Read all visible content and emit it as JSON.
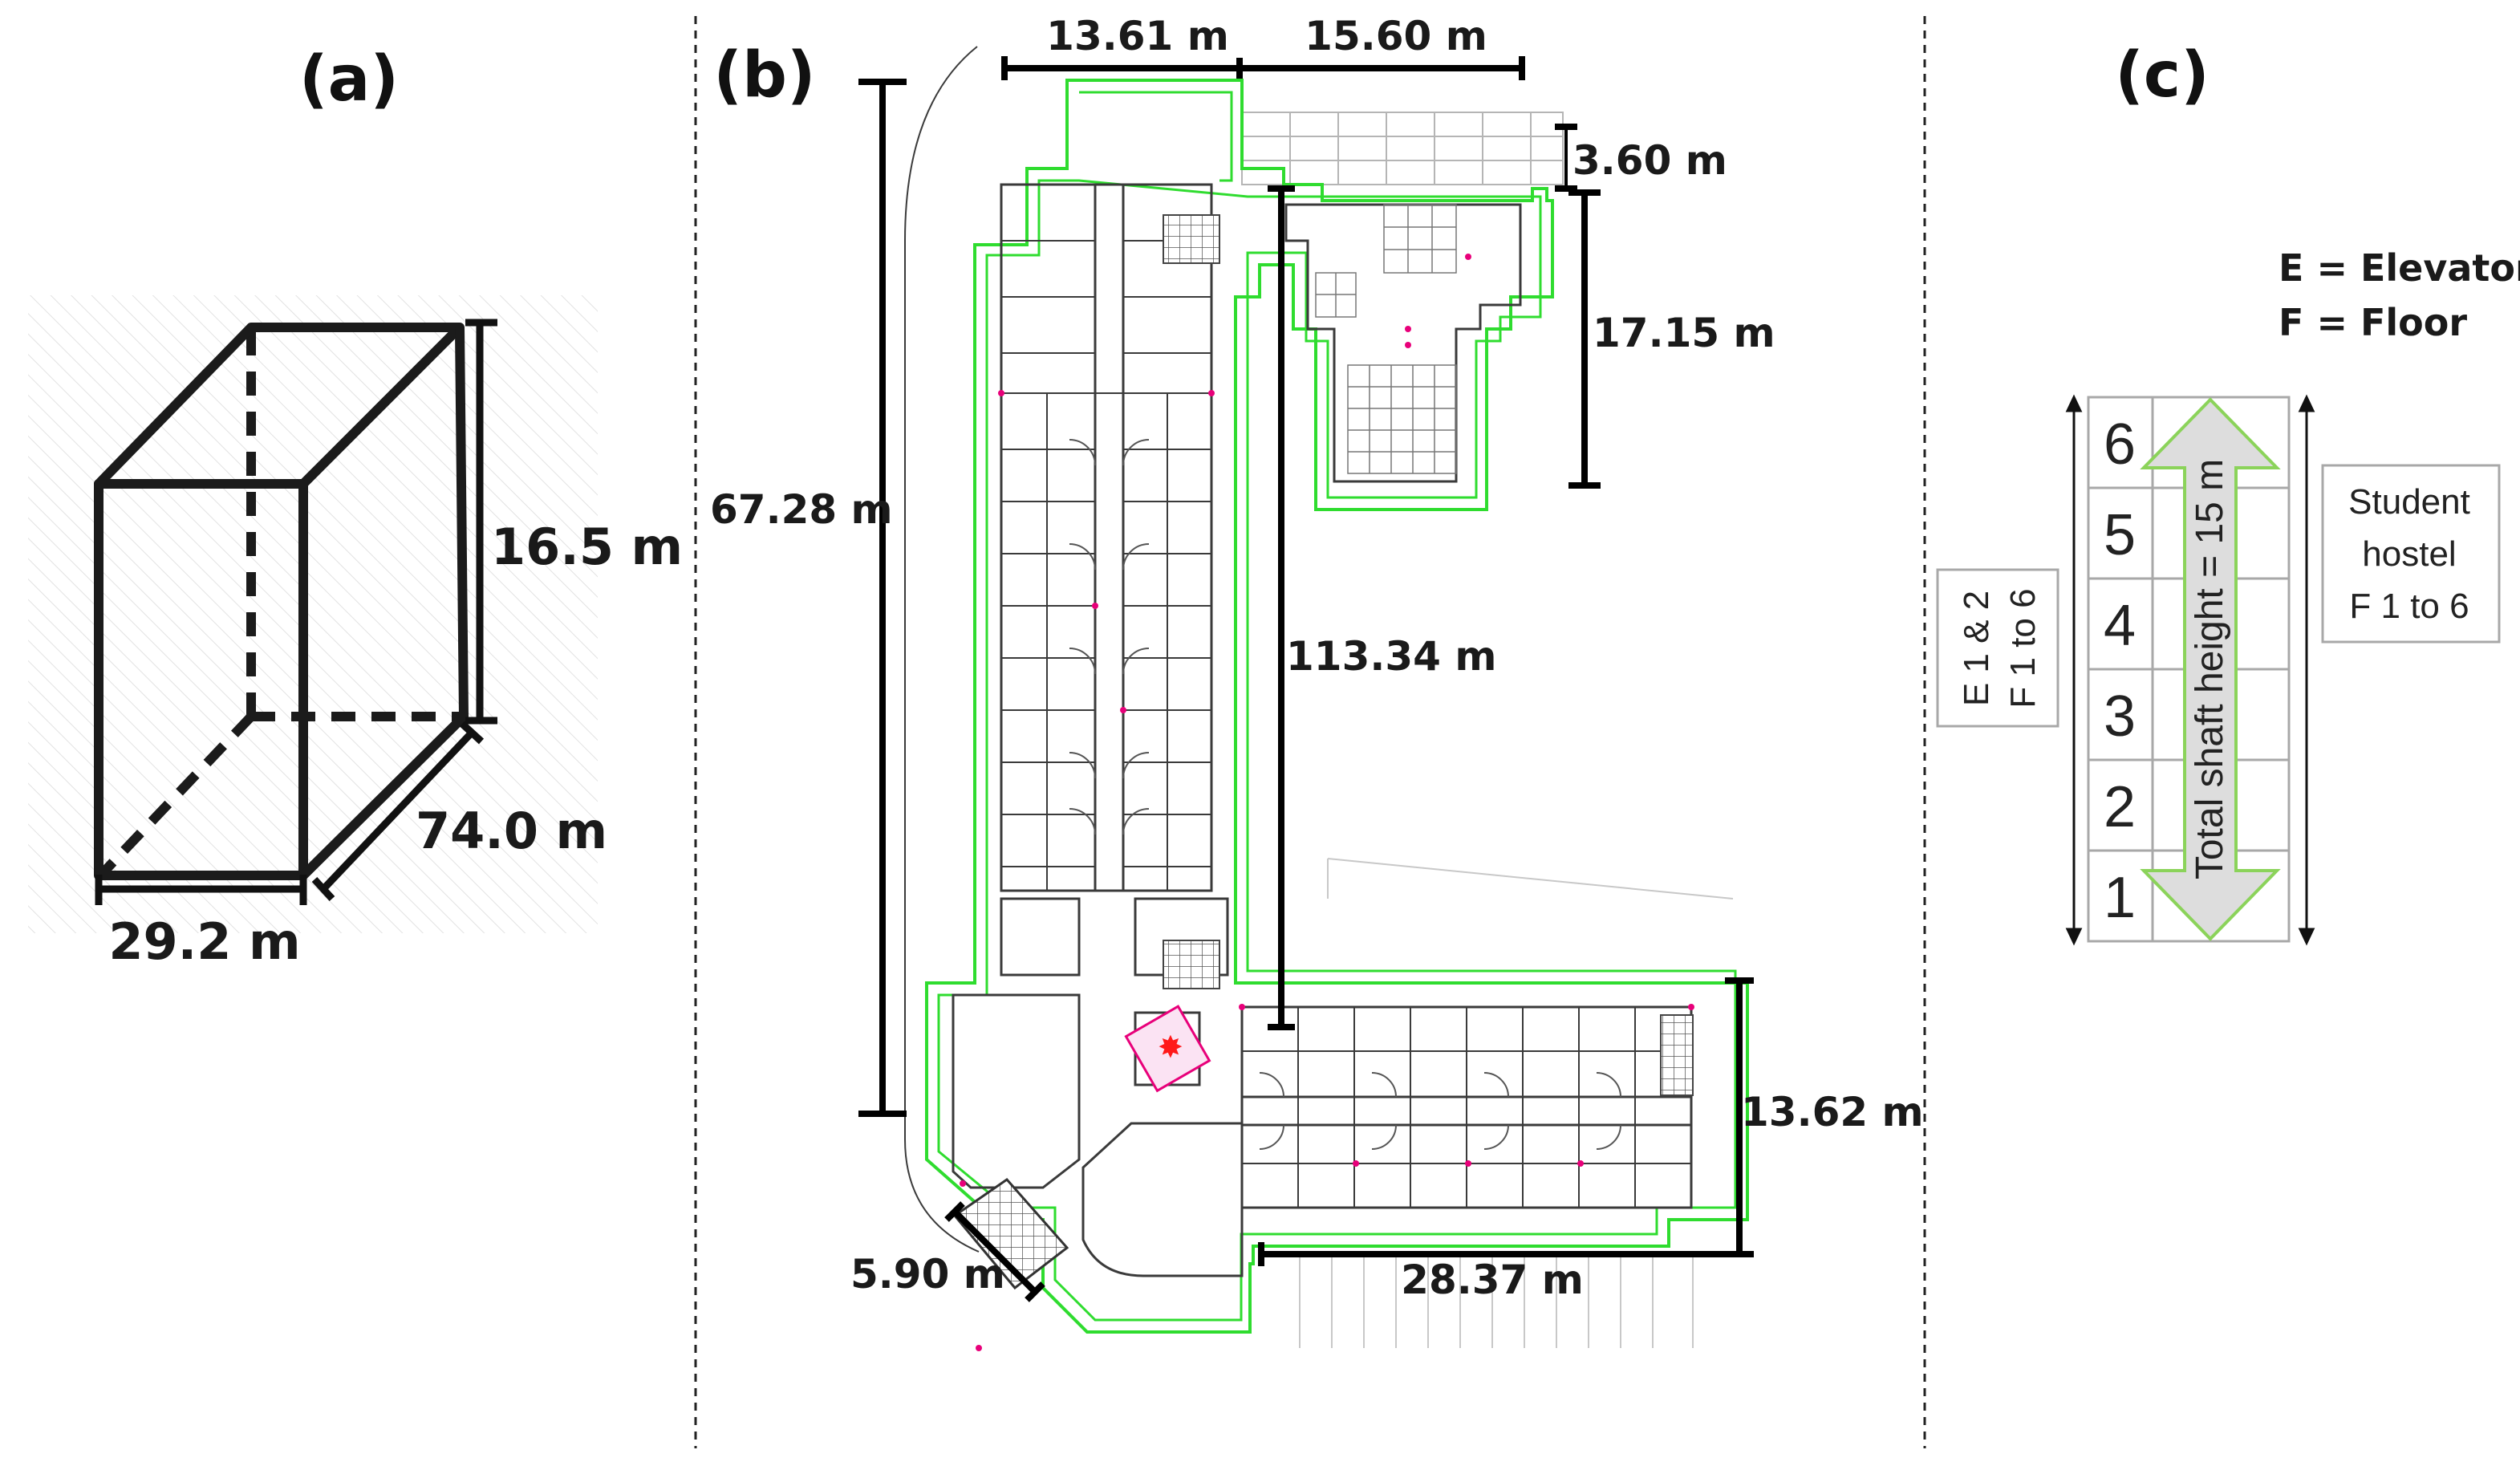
{
  "panels": {
    "a": "(a)",
    "b": "(b)",
    "c": "(c)"
  },
  "panel_a": {
    "height": "16.5 m",
    "depth": "74.0 m",
    "width": "29.2 m"
  },
  "panel_b": {
    "top_left_width": "13.61 m",
    "top_right_width": "15.60 m",
    "top_offset": "3.60 m",
    "annex_depth": "17.15 m",
    "wing_length": "67.28 m",
    "total_length": "113.34 m",
    "east_wing_width": "13.62 m",
    "east_wing_length": "28.37 m",
    "entrance_width": "5.90 m"
  },
  "panel_c": {
    "legend_e": "E = Elevator",
    "legend_f": "F = Floor",
    "shaft_label": "Total shaft height = 15 m",
    "floors": [
      "6",
      "5",
      "4",
      "3",
      "2",
      "1"
    ],
    "elevator_line1": "E 1 & 2",
    "elevator_line2": "F 1 to 6",
    "hostel_line1": "Student",
    "hostel_line2": "hostel",
    "hostel_line3": "F 1 to 6"
  },
  "colors": {
    "outline": "#2fdc2f",
    "walls": "#3a3a3a",
    "dimension": "#000000",
    "marker": "#e8007a",
    "arrow_fill": "#dddddd",
    "arrow_stroke": "#8bd35a"
  }
}
